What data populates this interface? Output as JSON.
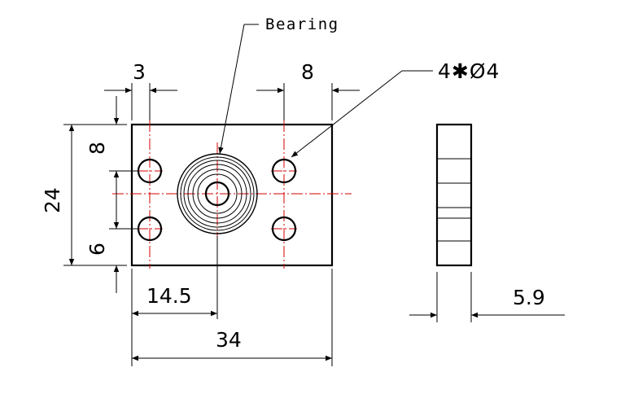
{
  "labels": {
    "bearing": "Bearing",
    "holes": "4✱Ø4"
  },
  "dimensions": {
    "hole_offset_x": "3",
    "hole_offset_right": "8",
    "height_total": "24",
    "hole_offset_top": "8",
    "hole_offset_bottom": "6",
    "center_offset": "14.5",
    "width_total": "34",
    "thickness": "5.9"
  },
  "colors": {
    "outline": "#000000",
    "centerline": "#d40000"
  }
}
